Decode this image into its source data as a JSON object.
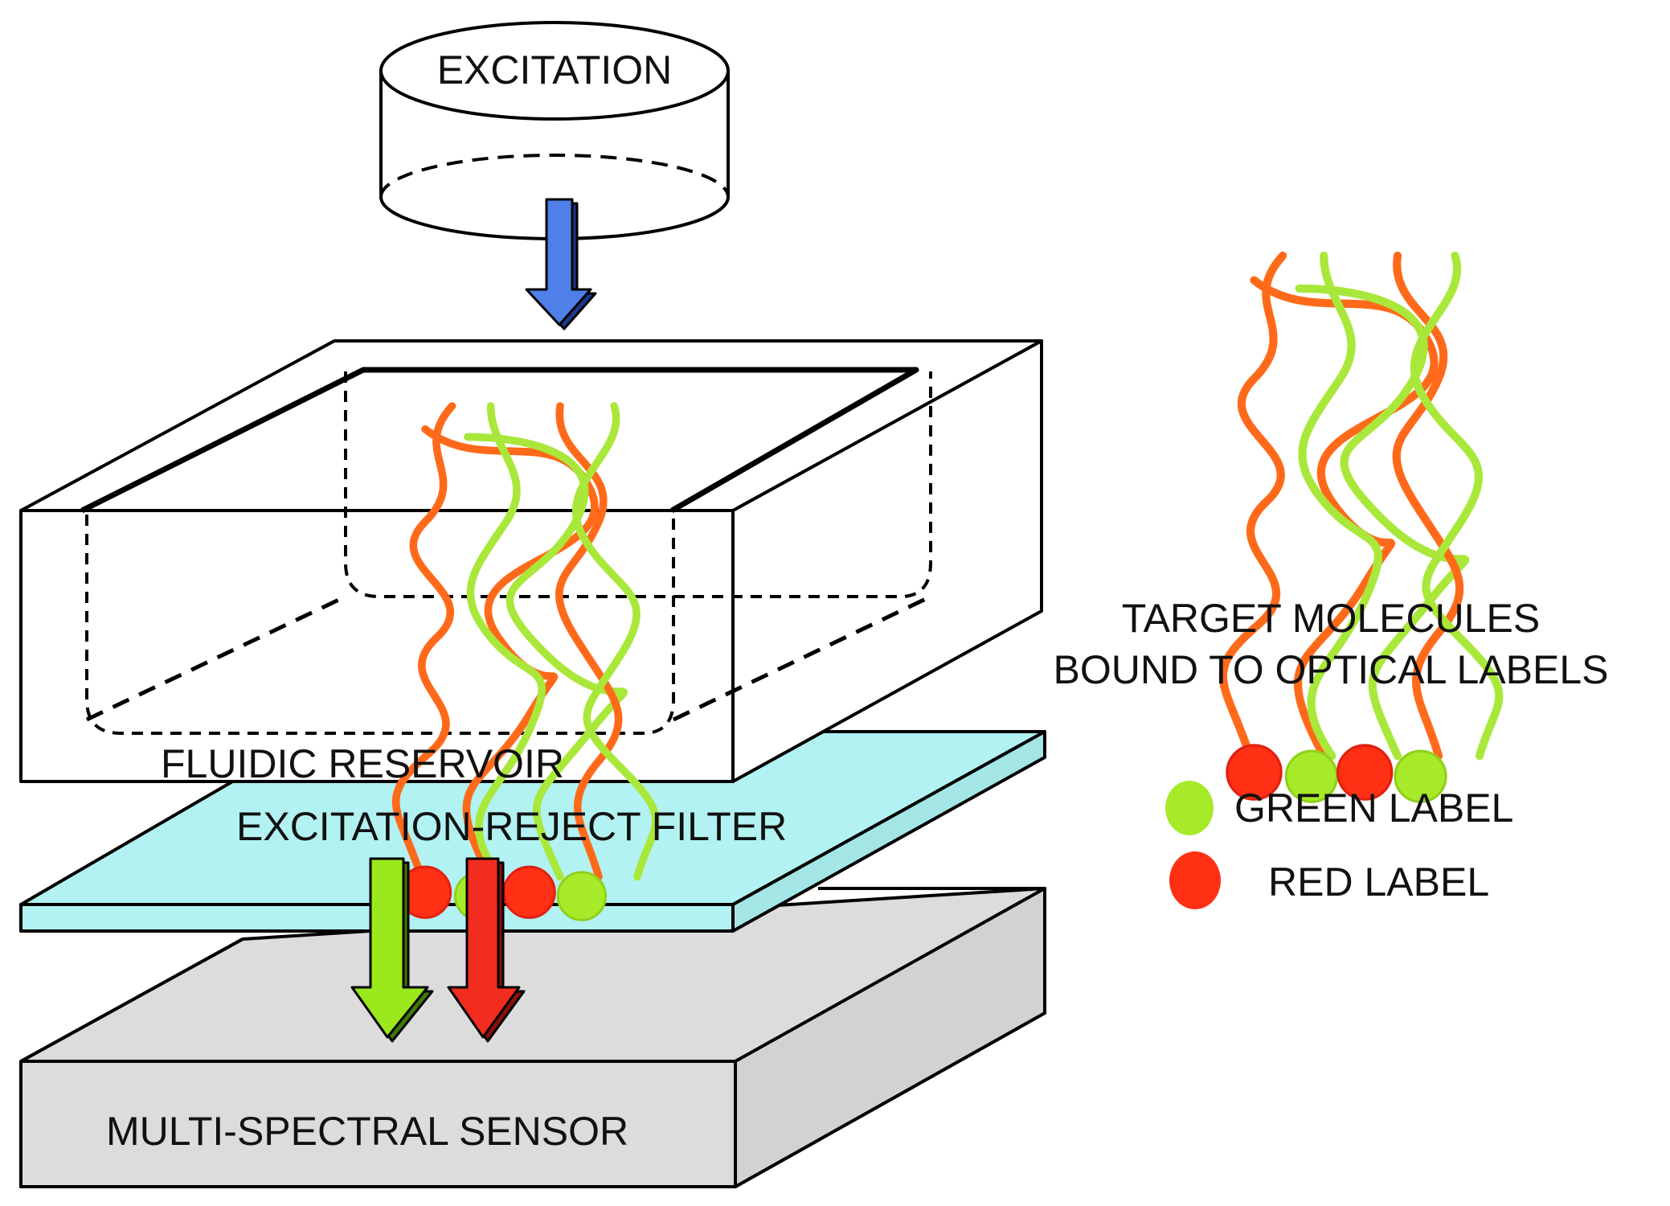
{
  "labels": {
    "excitation": "EXCITATION",
    "fluidic_reservoir": "FLUIDIC RESERVOIR",
    "filter": "EXCITATION-REJECT FILTER",
    "sensor": "MULTI-SPECTRAL SENSOR",
    "target_line1": "TARGET MOLECULES",
    "target_line2": "BOUND TO OPTICAL LABELS",
    "green_label": "GREEN LABEL",
    "red_label": "RED LABEL"
  },
  "colors": {
    "excitation_arrow": "#4f7fe8",
    "green_arrow": "#9be81c",
    "red_arrow": "#f22c1f",
    "filter": "#b2f2f2",
    "sensor": "#dcdcdc",
    "strand_orange": "#ff6a1a",
    "strand_green": "#a9e83a",
    "red_label": "#ff3013",
    "green_label": "#a6ea2a"
  }
}
